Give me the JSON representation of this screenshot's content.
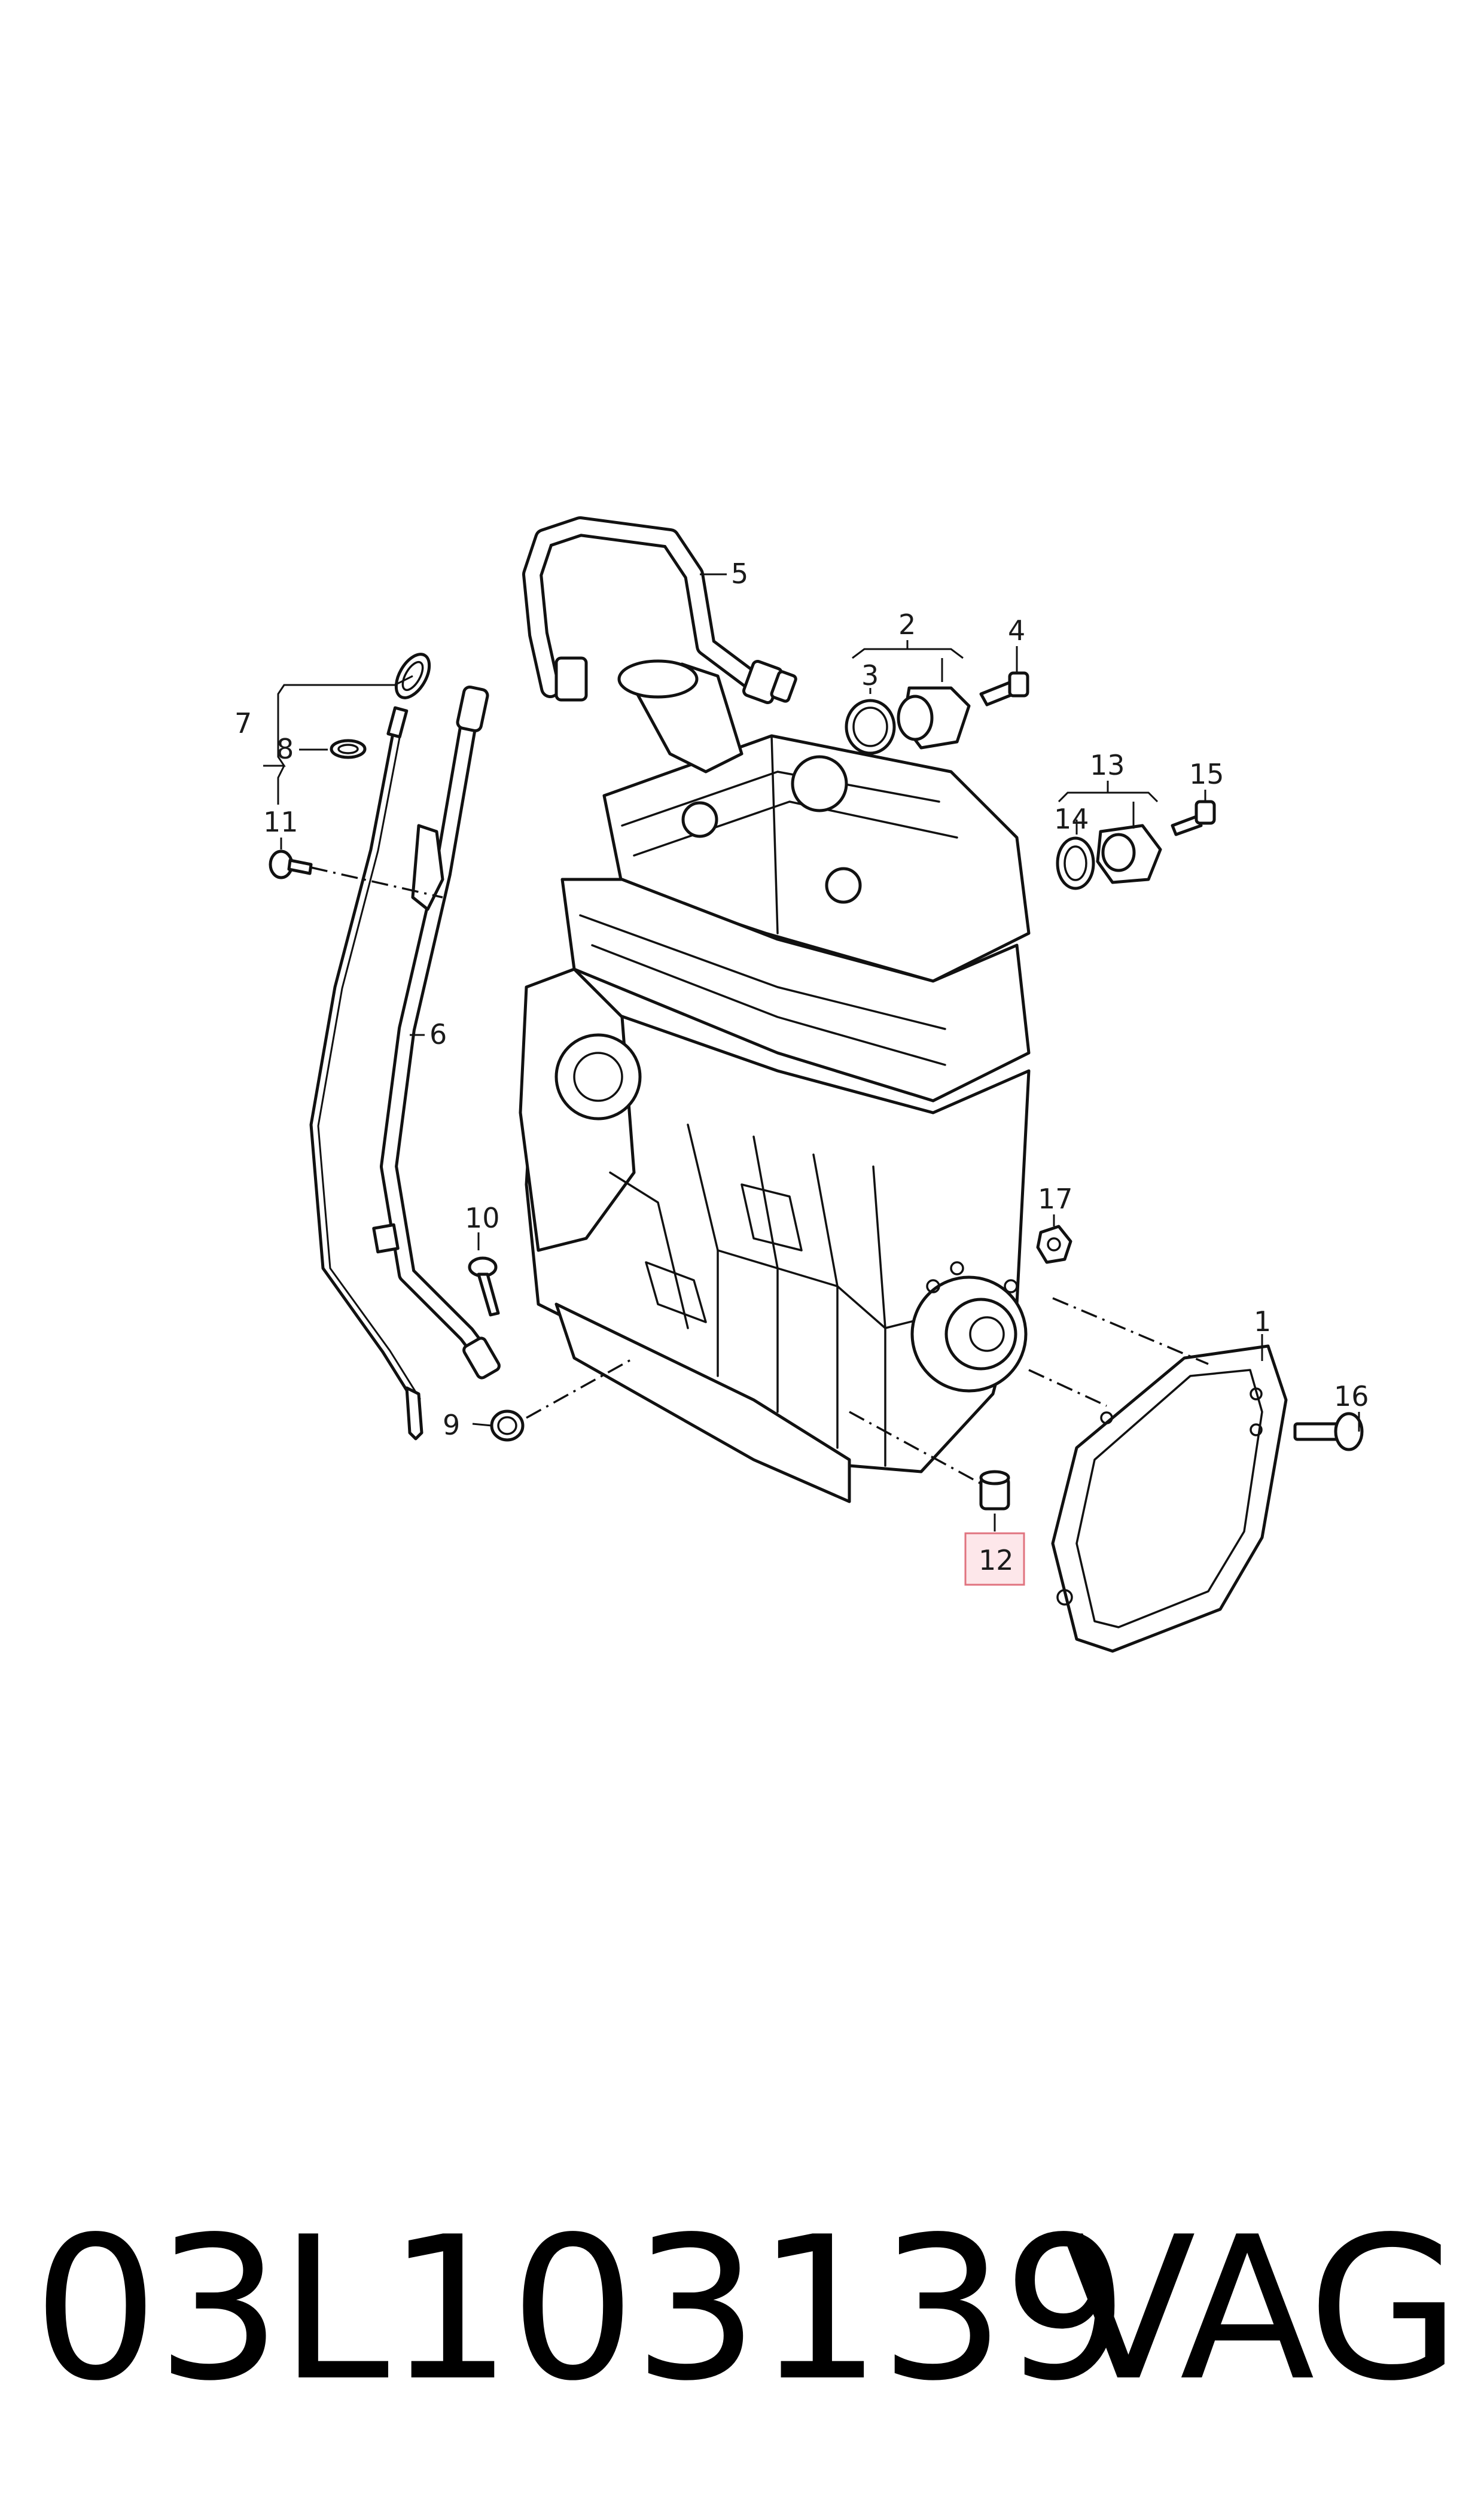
{
  "diagram": {
    "callouts": {
      "c1": "1",
      "c2": "2",
      "c3": "3",
      "c4": "4",
      "c5": "5",
      "c6": "6",
      "c7": "7",
      "c8": "8",
      "c9": "9",
      "c10": "10",
      "c11": "11",
      "c12": "12",
      "c13": "13",
      "c14": "14",
      "c15": "15",
      "c16": "16",
      "c17": "17"
    },
    "highlighted_callout": "12",
    "highlight_color": "#fde7ea",
    "highlight_border_color": "#e0737f"
  },
  "footer": {
    "part_number": "03L103139",
    "brand": "VAG"
  }
}
